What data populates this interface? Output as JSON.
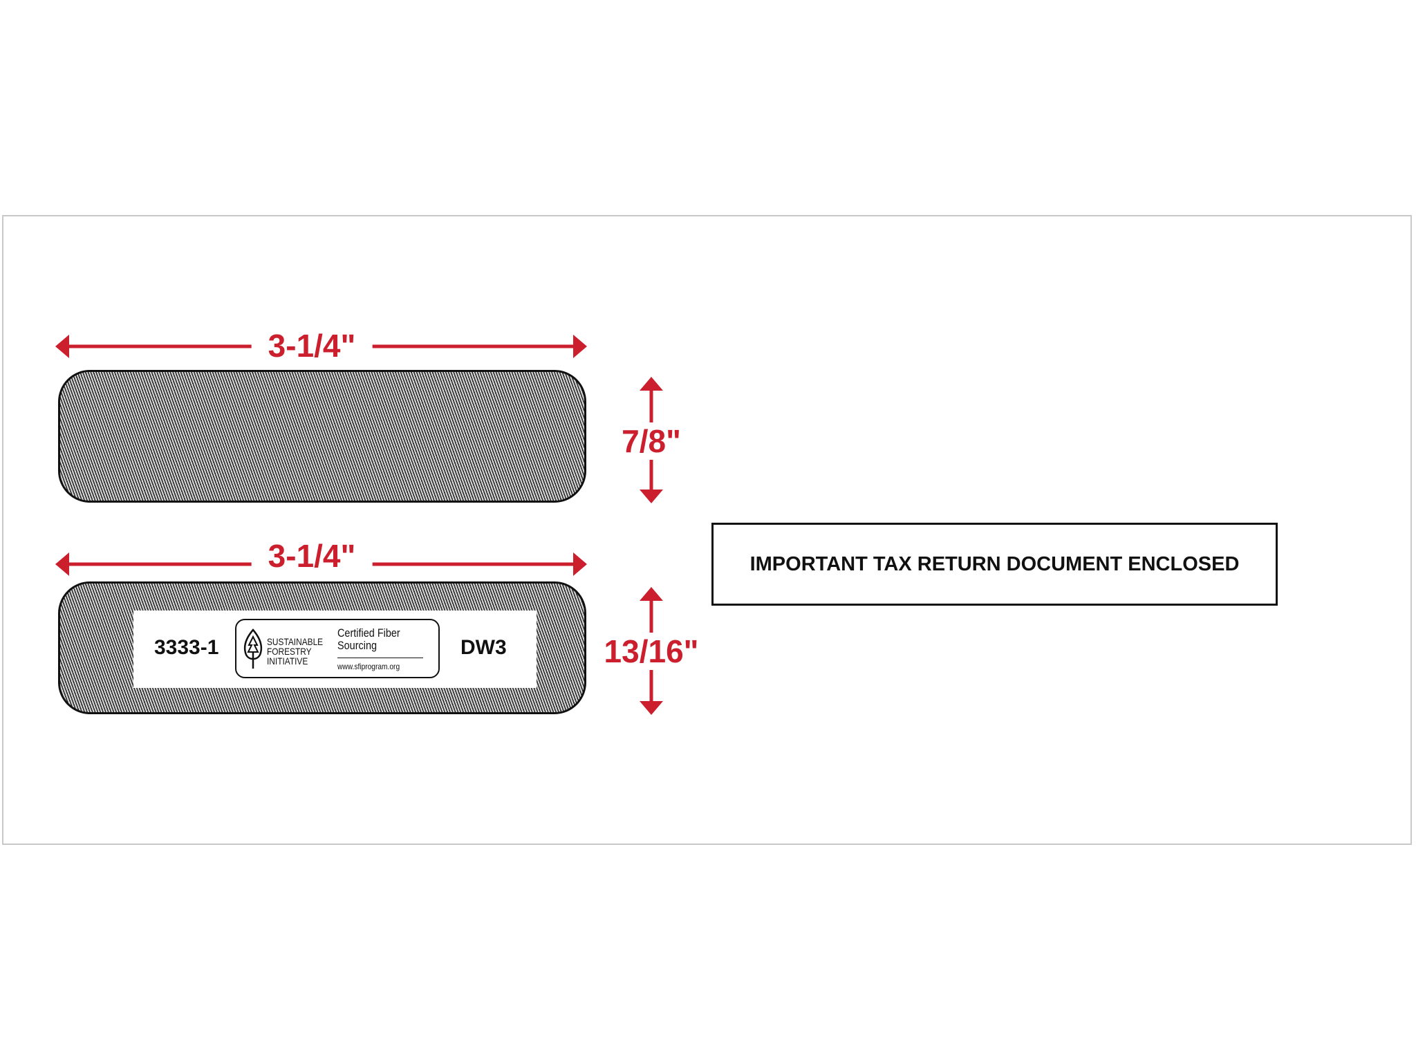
{
  "colors": {
    "dimension": "#cc1f2d",
    "outline": "#111111"
  },
  "top_window": {
    "width_label": "3-1/4\"",
    "height_label": "7/8\""
  },
  "bottom_window": {
    "width_label": "3-1/4\"",
    "height_label": "13/16\"",
    "product_code": "3333-1",
    "model_code": "DW3",
    "logo": {
      "org_line1": "SUSTAINABLE",
      "org_line2": "FORESTRY",
      "org_line3": "INITIATIVE",
      "cert_line1": "Certified Fiber",
      "cert_line2": "Sourcing",
      "url": "www.sfiprogram.org",
      "icon": "tree-leaf-icon"
    }
  },
  "notice": "IMPORTANT TAX RETURN DOCUMENT ENCLOSED"
}
